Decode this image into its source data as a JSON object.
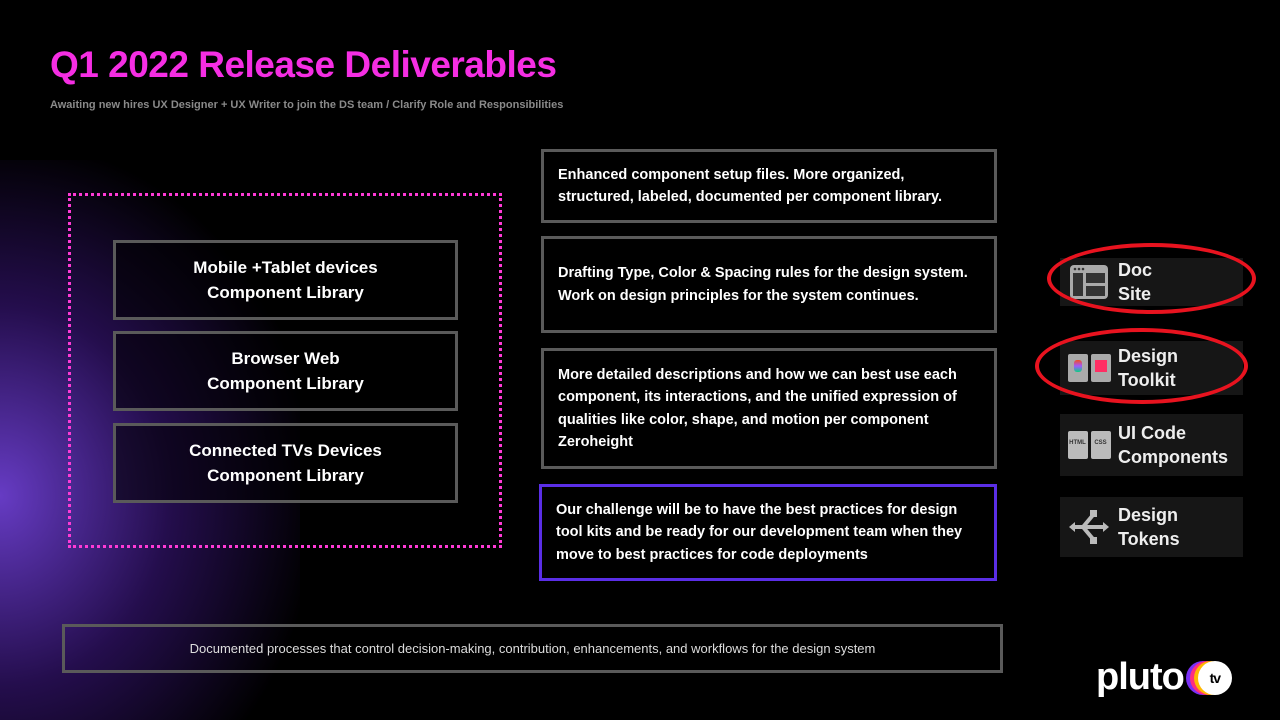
{
  "header": {
    "title": "Q1 2022 Release Deliverables",
    "subtitle": "Awaiting new hires UX Designer + UX Writer to join the DS team / Clarify Role and Responsibilities"
  },
  "libraries": [
    {
      "line1": "Mobile +Tablet devices",
      "line2": "Component Library"
    },
    {
      "line1": "Browser Web",
      "line2": "Component Library"
    },
    {
      "line1": "Connected TVs Devices",
      "line2": "Component Library"
    }
  ],
  "deliverables": [
    "Enhanced component setup files. More organized, structured, labeled, documented per component library.",
    "Drafting Type, Color & Spacing rules for the design system. Work on design principles for the system continues.",
    "More detailed descriptions and how we can best use each component, its interactions, and the unified expression of qualities like color, shape, and motion per component Zeroheight",
    "Our challenge will be to have the best practices for design tool kits and be ready for our development team when they move to best practices for code deployments"
  ],
  "cards": [
    {
      "line1": "Doc",
      "line2": "Site",
      "icon": "doc-site-icon"
    },
    {
      "line1": "Design",
      "line2": "Toolkit",
      "icon": "design-toolkit-icon"
    },
    {
      "line1": "UI Code",
      "line2": "Components",
      "icon": "html-css-icon",
      "doc1": "HTML",
      "doc2": "CSS"
    },
    {
      "line1": "Design",
      "line2": "Tokens",
      "icon": "tokens-icon"
    }
  ],
  "footer": {
    "processes": "Documented processes that control decision-making, contribution, enhancements, and workflows for the design system",
    "logo": "pluto",
    "logo_tv": "tv"
  },
  "colors": {
    "title": "#f52ee3",
    "highlight_border": "#5a2ee6",
    "circle": "#e8131f"
  }
}
